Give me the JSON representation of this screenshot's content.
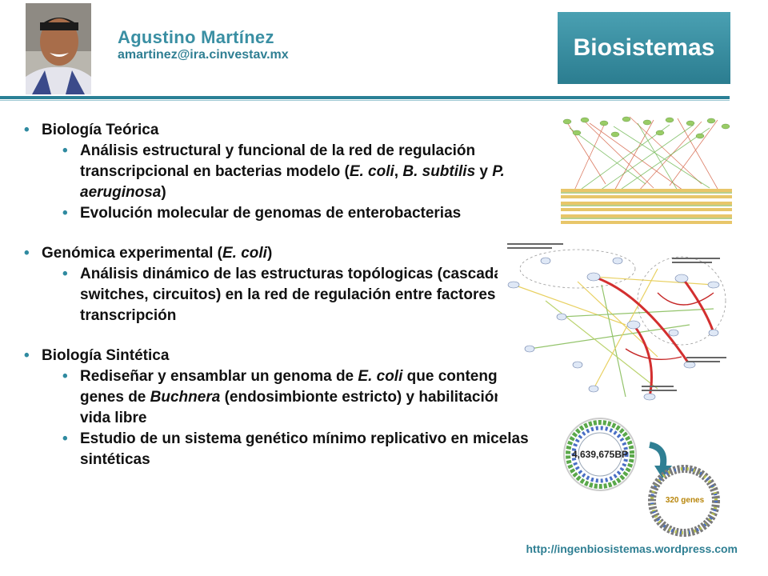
{
  "header": {
    "name": "Agustino Martínez",
    "email": "amartinez@ira.cinvestav.mx",
    "brand": "Biosistemas"
  },
  "sections": [
    {
      "title": "Biología Teórica",
      "items": [
        [
          "Análisis estructural y funcional de la red de regulación transcripcional en bacterias  modelo (",
          "E. coli",
          ", ",
          "B. subtilis",
          " y ",
          "P. aeruginosa",
          ")"
        ],
        [
          "Evolución molecular de genomas de enterobacterias"
        ]
      ]
    },
    {
      "title": "Genómica experimental (",
      "title_italic": "E. coli",
      "title_end": ")",
      "items": [
        [
          "Análisis dinámico de las estructuras topólogicas (cascadas, switches, circuitos) en la red de regulación entre factores de transcripción"
        ]
      ]
    },
    {
      "title": "Biología Sintética",
      "items": [
        [
          "Rediseñar y ensamblar un genoma de ",
          "E. coli",
          " que contenga los genes de ",
          "Buchnera",
          " (endosimbionte estricto) y habilitación a vida libre"
        ],
        [
          "Estudio de un sistema genético mínimo replicativo en micelas sintéticas"
        ]
      ]
    }
  ],
  "figures": {
    "genome_label": "4,639,675BP",
    "minimal_label": "320 genes"
  },
  "footer": {
    "url": "http://ingenbiosistemas.wordpress.com"
  },
  "colors": {
    "accent": "#2b8096",
    "brand_bg": "#3a90a4"
  },
  "icons": {
    "bullet": "•",
    "portrait": "person-photo-icon"
  }
}
